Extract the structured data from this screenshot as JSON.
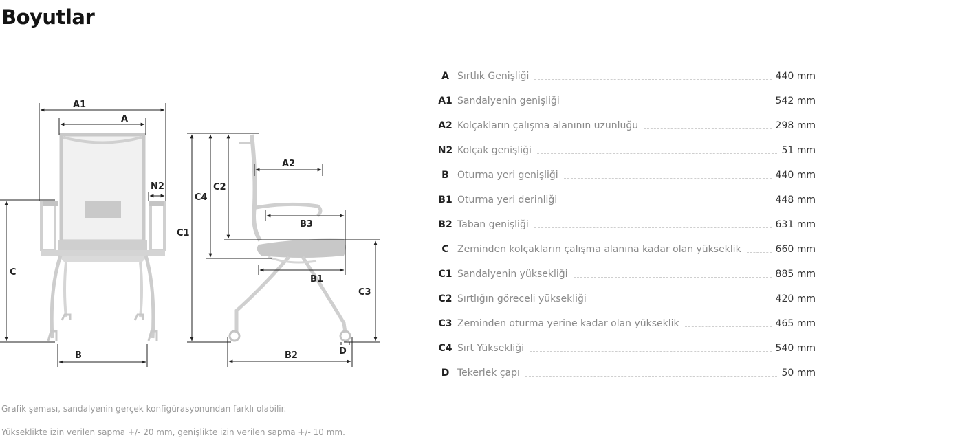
{
  "title": "Boyutlar",
  "diagram_labels": {
    "A1": "A1",
    "A": "A",
    "N2": "N2",
    "C": "C",
    "B": "B",
    "C4": "C4",
    "C2": "C2",
    "C1": "C1",
    "A2": "A2",
    "B3": "B3",
    "B1": "B1",
    "C3": "C3",
    "B2": "B2",
    "D": "D"
  },
  "specs": [
    {
      "code": "A",
      "name": "Sırtlık Genişliği",
      "value": "440 mm"
    },
    {
      "code": "A1",
      "name": "Sandalyenin genişliği",
      "value": "542 mm"
    },
    {
      "code": "A2",
      "name": "Kolçakların çalışma alanının uzunluğu",
      "value": "298 mm"
    },
    {
      "code": "N2",
      "name": "Kolçak genişliği",
      "value": "51 mm"
    },
    {
      "code": "B",
      "name": "Oturma yeri genişliği",
      "value": "440 mm"
    },
    {
      "code": "B1",
      "name": "Oturma yeri derinliği",
      "value": "448 mm"
    },
    {
      "code": "B2",
      "name": "Taban genişliği",
      "value": "631 mm"
    },
    {
      "code": "C",
      "name": "Zeminden kolçakların çalışma alanına kadar olan yükseklik",
      "value": "660 mm"
    },
    {
      "code": "C1",
      "name": "Sandalyenin yüksekliği",
      "value": "885 mm"
    },
    {
      "code": "C2",
      "name": "Sırtlığın göreceli yüksekliği",
      "value": "420 mm"
    },
    {
      "code": "C3",
      "name": "Zeminden oturma yerine kadar olan yükseklik",
      "value": "465 mm"
    },
    {
      "code": "C4",
      "name": "Sırt Yüksekliği",
      "value": "540 mm"
    },
    {
      "code": "D",
      "name": "Tekerlek çapı",
      "value": "50 mm"
    }
  ],
  "notes": {
    "line1": "Grafik şeması, sandalyenin gerçek konfigürasyonundan farklı olabilir.",
    "line2": "Yükseklikte izin verilen sapma +/- 20 mm, genişlikte izin verilen sapma +/- 10 mm."
  }
}
